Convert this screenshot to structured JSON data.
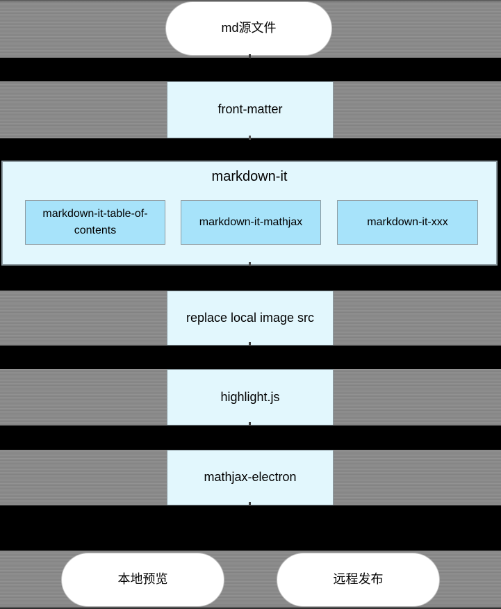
{
  "diagram": {
    "nodes": {
      "source": "md源文件",
      "front_matter": "front-matter",
      "markdown_it": "markdown-it",
      "plugins": [
        "markdown-it-table-of-contents",
        "markdown-it-mathjax",
        "markdown-it-xxx"
      ],
      "replace_src": "replace local image src",
      "highlight_js": "highlight.js",
      "mathjax_electron": "mathjax-electron",
      "local_preview": "本地预览",
      "remote_publish": "远程发布"
    },
    "colors": {
      "background_gray": "#8b8b8b",
      "band_black": "#000000",
      "node_fill_light": "#e2f7fd",
      "plugin_fill": "#a7e3fa",
      "node_border": "#8d9ba1",
      "terminal_fill": "#ffffff",
      "text": "#000000"
    }
  }
}
